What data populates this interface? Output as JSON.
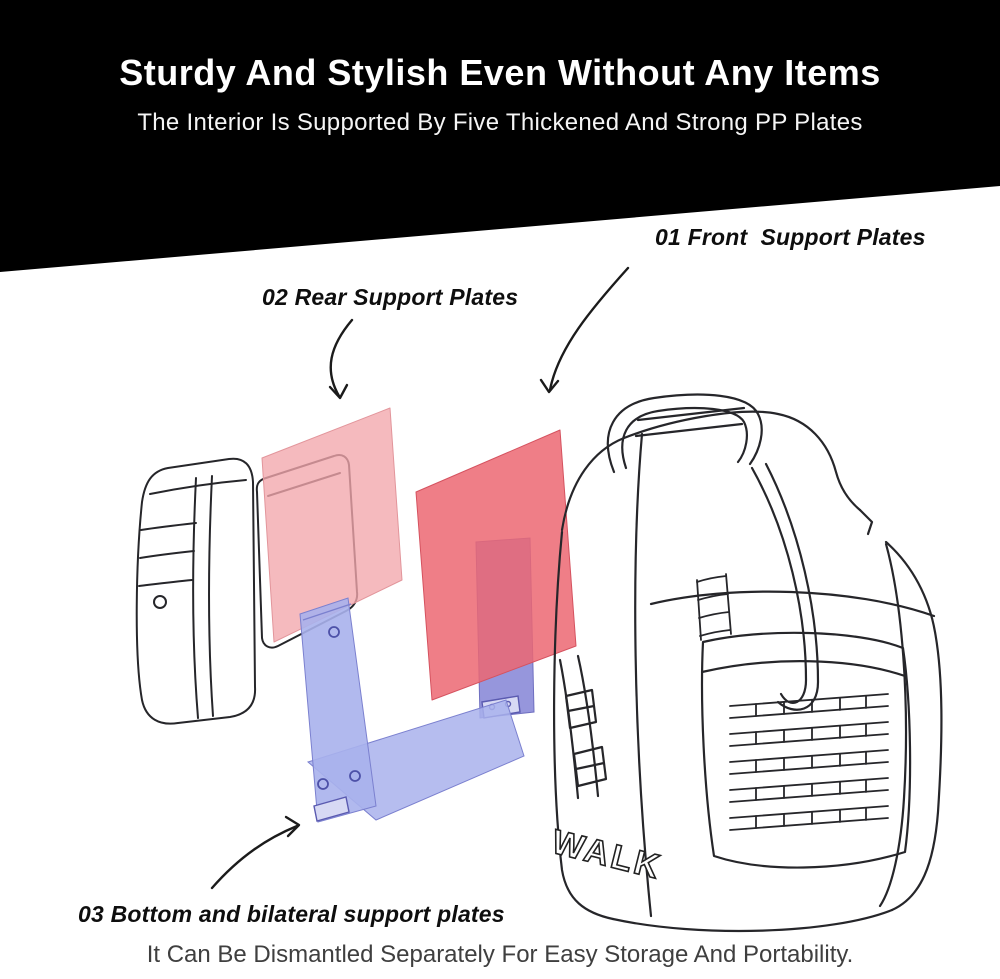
{
  "header": {
    "title": "Sturdy And Stylish Even Without Any Items",
    "subtitle": "The Interior Is Supported By Five Thickened And Strong PP Plates"
  },
  "labels": {
    "front_plates": "01 Front  Support Plates",
    "rear_plates": "02 Rear Support Plates",
    "bottom_plates": "03 Bottom and bilateral support plates"
  },
  "footer": {
    "caption": "It Can Be Dismantled Separately For Easy Storage And Portability."
  },
  "illustration": {
    "bag_side_text": "WALK"
  },
  "colors": {
    "banner_bg": "#000000",
    "rear_plate_pink": "#f2a7ac",
    "front_plate_red": "#ec6772",
    "bottom_plate_blue": "#a9b1ec",
    "side_plate_purple": "#8b8bd8",
    "sketch_line": "#26262a"
  }
}
